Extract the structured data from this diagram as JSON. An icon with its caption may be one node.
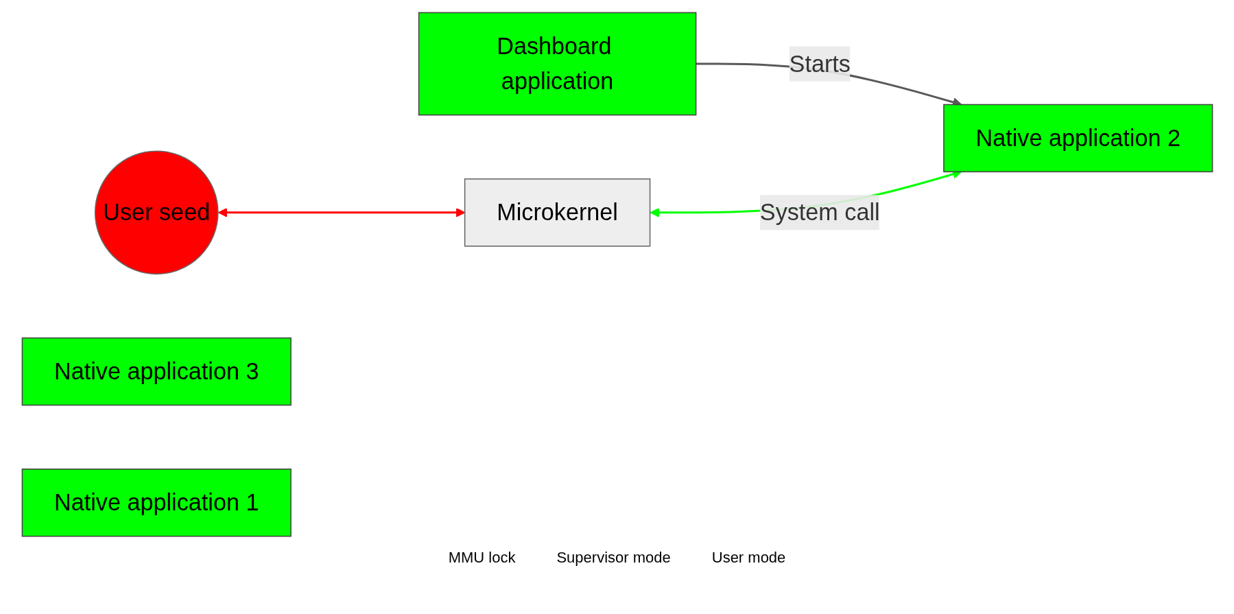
{
  "diagram": {
    "nodes": [
      {
        "text": [
          "User seed"
        ]
      },
      {
        "text": [
          "Microkernel"
        ]
      },
      {
        "text": [
          "Dashboard application"
        ]
      },
      {
        "text": [
          "Native application 3"
        ]
      },
      {
        "text": [
          "Native application 2"
        ]
      },
      {
        "text": [
          "Native application 1"
        ]
      }
    ],
    "edges": [
      {
        "from": 0,
        "to": 1,
        "arrow": "both",
        "color": "#ff0000"
      },
      {
        "from": 2,
        "to": 4,
        "arrow": "to",
        "label": "Starts",
        "color": "#595959"
      },
      {
        "from": 1,
        "to": 4,
        "arrow": "both",
        "label": "System call",
        "color": "#00ff00"
      }
    ],
    "labels": [
      "MMU lock",
      "Supervisor mode",
      "User mode"
    ]
  }
}
